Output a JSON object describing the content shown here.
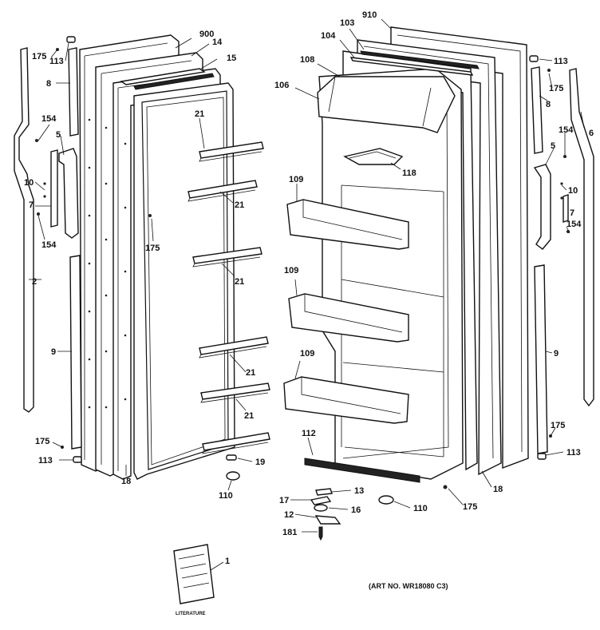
{
  "labels": {
    "l900": "900",
    "l14": "14",
    "l15": "15",
    "l175a": "175",
    "l113a": "113",
    "l8a": "8",
    "l154a": "154",
    "l5a": "5",
    "l10a": "10",
    "l7a": "7",
    "l154b": "154",
    "l2": "2",
    "l21a": "21",
    "l21b": "21",
    "l175b": "175",
    "l21c": "21",
    "l21d": "21",
    "l21e": "21",
    "l9a": "9",
    "l175c": "175",
    "l113b": "113",
    "l18a": "18",
    "l19": "19",
    "l110a": "110",
    "l910": "910",
    "l103": "103",
    "l104": "104",
    "l108": "108",
    "l106": "106",
    "l118": "118",
    "l109a": "109",
    "l109b": "109",
    "l109c": "109",
    "l112": "112",
    "l13": "13",
    "l17": "17",
    "l16": "16",
    "l12": "12",
    "l181": "181",
    "l110b": "110",
    "l175d": "175",
    "l18b": "18",
    "l113c": "113",
    "l175e": "175",
    "l8b": "8",
    "l6": "6",
    "l154c": "154",
    "l5b": "5",
    "l10b": "10",
    "l7b": "7",
    "l154d": "154",
    "l9b": "9",
    "l175f": "175",
    "l113d": "113",
    "l1": "1"
  },
  "literature_label": "LITERATURE",
  "art_number": "(ART NO. WR18080 C3)"
}
